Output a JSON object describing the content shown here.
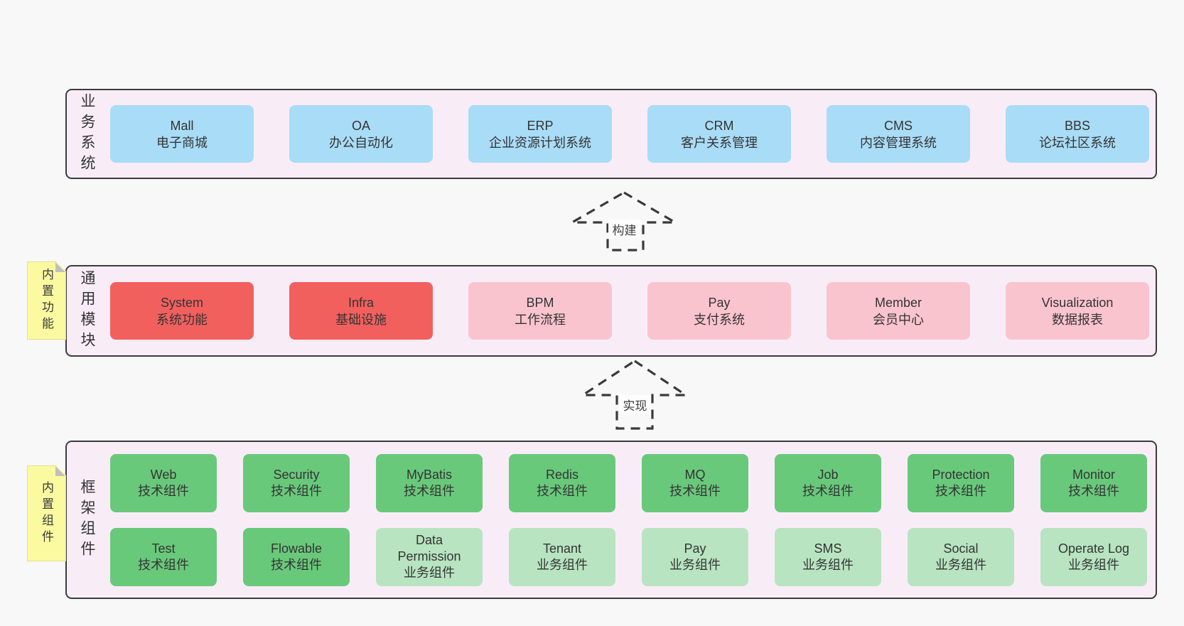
{
  "colors": {
    "blue": "#a9dcf6",
    "red": "#f2605e",
    "pink": "#fac4ce",
    "green": "#69c97b",
    "lightgreen": "#b8e4c1",
    "note_yellow": "#fbfaa0",
    "container_bg": "#f8edf7",
    "border": "#3b3b3b",
    "page_bg": "#f8f8f8"
  },
  "arrows": [
    {
      "label": "构建"
    },
    {
      "label": "实现"
    }
  ],
  "layers": [
    {
      "label": "业务系统",
      "note": "",
      "rows": [
        [
          {
            "title": "Mall",
            "subtitle": "电子商城",
            "color": "blue"
          },
          {
            "title": "OA",
            "subtitle": "办公自动化",
            "color": "blue"
          },
          {
            "title": "ERP",
            "subtitle": "企业资源计划系统",
            "color": "blue"
          },
          {
            "title": "CRM",
            "subtitle": "客户关系管理",
            "color": "blue"
          },
          {
            "title": "CMS",
            "subtitle": "内容管理系统",
            "color": "blue"
          },
          {
            "title": "BBS",
            "subtitle": "论坛社区系统",
            "color": "blue"
          }
        ]
      ]
    },
    {
      "label": "通用模块",
      "note": "内置功能",
      "rows": [
        [
          {
            "title": "System",
            "subtitle": "系统功能",
            "color": "red"
          },
          {
            "title": "Infra",
            "subtitle": "基础设施",
            "color": "red"
          },
          {
            "title": "BPM",
            "subtitle": "工作流程",
            "color": "pink"
          },
          {
            "title": "Pay",
            "subtitle": "支付系统",
            "color": "pink"
          },
          {
            "title": "Member",
            "subtitle": "会员中心",
            "color": "pink"
          },
          {
            "title": "Visualization",
            "subtitle": "数据报表",
            "color": "pink"
          }
        ]
      ]
    },
    {
      "label": "框架组件",
      "note": "内置组件",
      "rows": [
        [
          {
            "title": "Web",
            "subtitle": "技术组件",
            "color": "green"
          },
          {
            "title": "Security",
            "subtitle": "技术组件",
            "color": "green"
          },
          {
            "title": "MyBatis",
            "subtitle": "技术组件",
            "color": "green"
          },
          {
            "title": "Redis",
            "subtitle": "技术组件",
            "color": "green"
          },
          {
            "title": "MQ",
            "subtitle": "技术组件",
            "color": "green"
          },
          {
            "title": "Job",
            "subtitle": "技术组件",
            "color": "green"
          },
          {
            "title": "Protection",
            "subtitle": "技术组件",
            "color": "green"
          },
          {
            "title": "Monitor",
            "subtitle": "技术组件",
            "color": "green"
          }
        ],
        [
          {
            "title": "Test",
            "subtitle": "技术组件",
            "color": "green"
          },
          {
            "title": "Flowable",
            "subtitle": "技术组件",
            "color": "green"
          },
          {
            "title": "Data Permission",
            "subtitle": "业务组件",
            "color": "lightgreen"
          },
          {
            "title": "Tenant",
            "subtitle": "业务组件",
            "color": "lightgreen"
          },
          {
            "title": "Pay",
            "subtitle": "业务组件",
            "color": "lightgreen"
          },
          {
            "title": "SMS",
            "subtitle": "业务组件",
            "color": "lightgreen"
          },
          {
            "title": "Social",
            "subtitle": "业务组件",
            "color": "lightgreen"
          },
          {
            "title": "Operate Log",
            "subtitle": "业务组件",
            "color": "lightgreen"
          }
        ]
      ]
    }
  ]
}
